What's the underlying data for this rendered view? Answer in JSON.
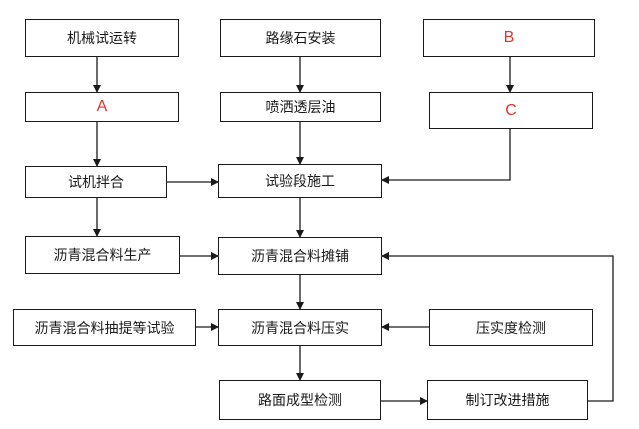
{
  "diagram": {
    "nodes": {
      "mech_trial": "机械试运转",
      "curb_install": "路缘石安装",
      "b": "B",
      "a": "A",
      "spray_prime": "喷洒透层油",
      "c": "C",
      "trial_mix": "试机拌合",
      "trial_section": "试验段施工",
      "asphalt_production": "沥青混合料生产",
      "asphalt_paving": "沥青混合料摊铺",
      "asphalt_sampling": "沥青混合料抽提等试验",
      "asphalt_compaction": "沥青混合料压实",
      "compaction_testing": "压实度检测",
      "surface_testing": "路面成型检测",
      "improvement_measures": "制订改进措施"
    },
    "colors": {
      "placeholder_text": "#e0342e",
      "line": "#1a1a1a"
    }
  }
}
